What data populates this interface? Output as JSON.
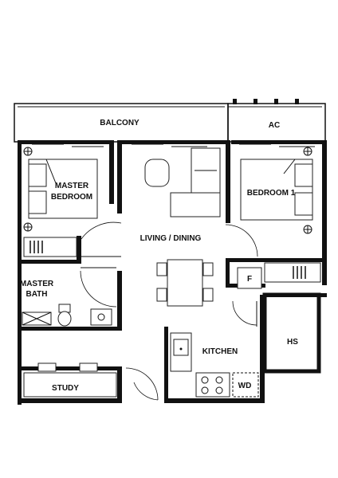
{
  "rooms": {
    "balcony": "BALCONY",
    "ac": "AC",
    "master_bedroom_line1": "MASTER",
    "master_bedroom_line2": "BEDROOM",
    "bedroom1": "BEDROOM 1",
    "living_dining": "LIVING / DINING",
    "master_bath_line1": "MASTER",
    "master_bath_line2": "BATH",
    "fridge": "F",
    "hs": "HS",
    "kitchen": "KITCHEN",
    "wd": "WD",
    "study": "STUDY"
  }
}
